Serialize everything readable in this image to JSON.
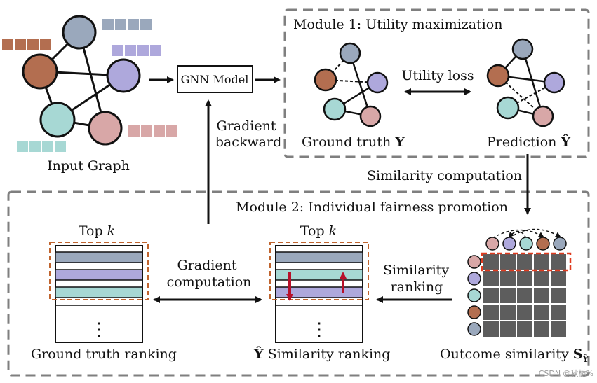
{
  "input_graph": {
    "label": "Input Graph"
  },
  "gnn_model": {
    "label": "GNN Model"
  },
  "gradient_backward": {
    "line1": "Gradient",
    "line2": "backward"
  },
  "module1": {
    "title": "Module 1: Utility maximization",
    "utility_loss": "Utility loss",
    "ground_truth": "Ground truth",
    "ground_truth_sym": "Y",
    "prediction": "Prediction",
    "prediction_sym": "Ŷ"
  },
  "similarity_computation": "Similarity computation",
  "module2": {
    "title": "Module 2: Individual fairness promotion",
    "top_k_left": "Top",
    "top_k_left_var": "k",
    "top_k_mid": "Top",
    "top_k_mid_var": "k",
    "gradient_computation_1": "Gradient",
    "gradient_computation_2": "computation",
    "similarity_ranking_1": "Similarity",
    "similarity_ranking_2": "ranking",
    "ground_truth_ranking": "Ground truth ranking",
    "yhat_sym": "Ŷ",
    "similarity_ranking_label": "Similarity ranking",
    "outcome_similarity": "Outcome similarity",
    "outcome_sym": "S",
    "outcome_sub": "Ŷ",
    "ellipsis": "⋮"
  },
  "watermark": "CSDN @秋栀%",
  "colors": {
    "node_gray_blue": "#9aa8bc",
    "node_brown": "#b36e50",
    "node_purple": "#aea8dc",
    "node_teal": "#a7d8d4",
    "node_pink": "#d8a7a7",
    "dashed_orange": "#c0642e",
    "red_arrow": "#b8102a",
    "matrix_cell": "#5d5d5d",
    "module_border": "#7f7f7f"
  }
}
